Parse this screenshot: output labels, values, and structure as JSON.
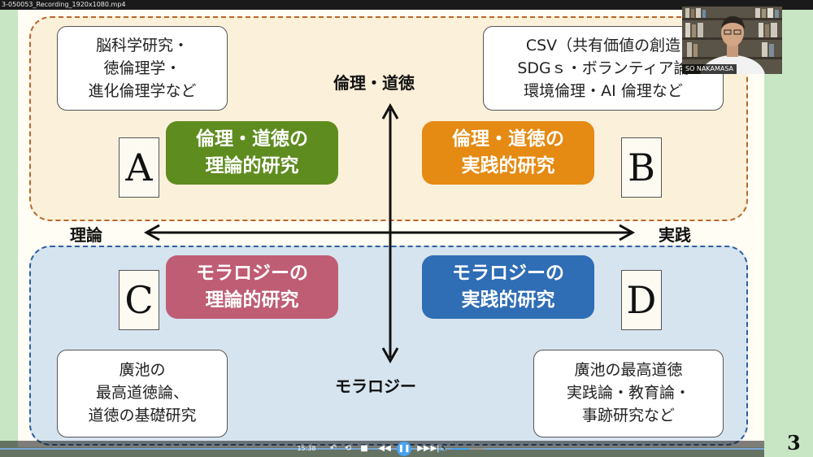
{
  "window": {
    "title": "3-050053_Recording_1920x1080.mp4"
  },
  "slide": {
    "axis": {
      "top": "倫理・道徳",
      "bottom": "モラロジー",
      "left": "理論",
      "right": "実践"
    },
    "notes": {
      "top_left": [
        "脳科学研究・",
        "徳倫理学・",
        "進化倫理学など"
      ],
      "top_right": [
        "CSV（共有価値の創造",
        "SDGｓ・ボランティア論",
        "環境倫理・AI 倫理など"
      ],
      "bottom_left": [
        "廣池の",
        "最高道徳論、",
        "道徳の基礎研究"
      ],
      "bottom_right": [
        "廣池の最高道徳",
        "実践論・教育論・",
        "事跡研究など"
      ]
    },
    "cards": {
      "a": {
        "letter": "A",
        "lines": [
          "倫理・道徳の",
          "理論的研究"
        ],
        "color": "#5e8c1f"
      },
      "b": {
        "letter": "B",
        "lines": [
          "倫理・道徳の",
          "実践的研究"
        ],
        "color": "#e58a12"
      },
      "c": {
        "letter": "C",
        "lines": [
          "モラロジーの",
          "理論的研究"
        ],
        "color": "#bf5d74"
      },
      "d": {
        "letter": "D",
        "lines": [
          "モラロジーの",
          "実践的研究"
        ],
        "color": "#2f6db5"
      }
    },
    "page_number": "3"
  },
  "webcam": {
    "name": "SO NAKAMASA"
  },
  "player": {
    "time": "15:38",
    "icons": [
      "rewind-icon",
      "replay-icon",
      "stop-icon",
      "previous-icon",
      "pause-icon",
      "next-icon",
      "skip-end-icon",
      "volume-icon"
    ],
    "volume_level": 0.55
  },
  "colors": {
    "top_region": "#fbf0d9",
    "bottom_region": "#d6e4ef",
    "side_bg": "#c8e6c4"
  }
}
